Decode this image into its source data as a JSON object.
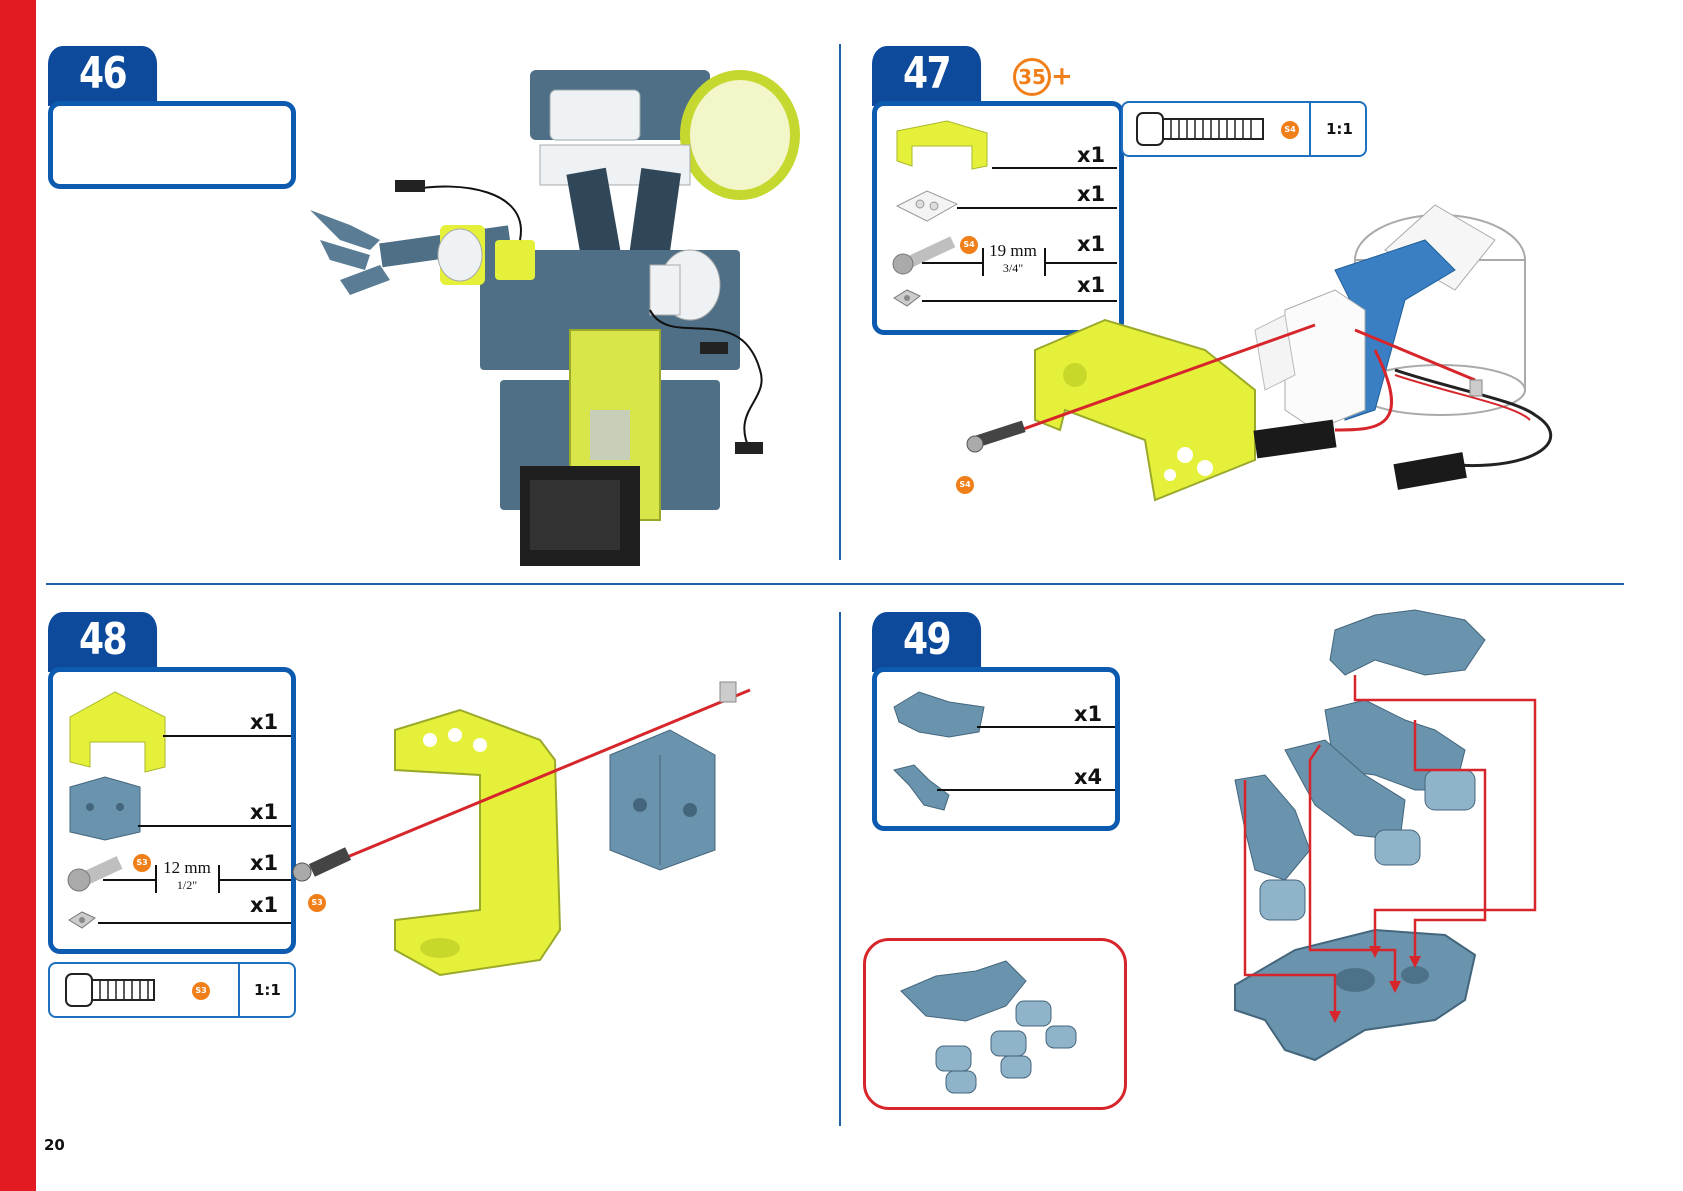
{
  "page": {
    "number": "20"
  },
  "colors": {
    "brand_red": "#e21b23",
    "step_blue": "#0d4a9c",
    "accent_orange": "#f07f1a",
    "part_yellow": "#e5f03a",
    "part_blue": "#6a93ad",
    "wire_red": "#d7262b"
  },
  "steps": {
    "s46": {
      "number": "46"
    },
    "s47": {
      "number": "47",
      "ref": "35",
      "ref_suffix": "+",
      "parts": [
        {
          "icon": "yellow-bracket-icon",
          "qty": "x1"
        },
        {
          "icon": "clear-plate-icon",
          "qty": "x1"
        },
        {
          "icon": "screw-icon",
          "badge": "S4",
          "size": "19 mm",
          "size_imperial": "3/4\"",
          "qty": "x1"
        },
        {
          "icon": "square-nut-icon",
          "qty": "x1"
        }
      ],
      "scale": {
        "badge": "S4",
        "label": "1:1"
      },
      "diagram_badge": "S4"
    },
    "s48": {
      "number": "48",
      "parts": [
        {
          "icon": "yellow-bracket-icon",
          "qty": "x1"
        },
        {
          "icon": "blue-bracket-icon",
          "qty": "x1"
        },
        {
          "icon": "screw-icon",
          "badge": "S3",
          "size": "12 mm",
          "size_imperial": "1/2\"",
          "qty": "x1"
        },
        {
          "icon": "square-nut-icon",
          "qty": "x1"
        }
      ],
      "scale": {
        "badge": "S3",
        "label": "1:1"
      },
      "diagram_badge": "S3"
    },
    "s49": {
      "number": "49",
      "parts": [
        {
          "icon": "claw-base-icon",
          "qty": "x1"
        },
        {
          "icon": "finger-segment-icon",
          "qty": "x4"
        }
      ]
    }
  }
}
